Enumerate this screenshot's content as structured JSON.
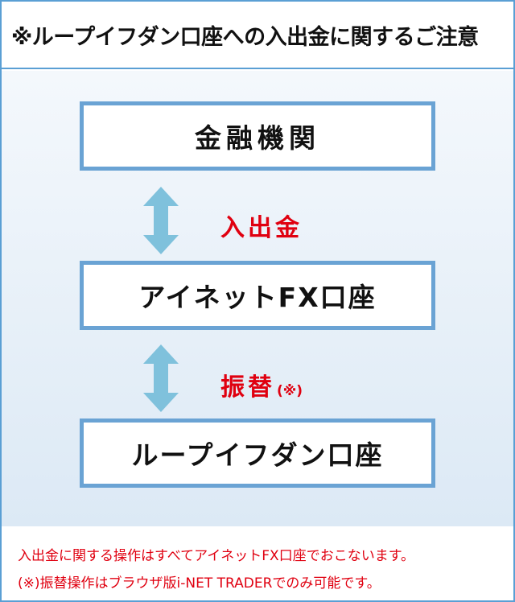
{
  "header": {
    "title": "※ループイフダン口座への入出金に関するご注意"
  },
  "diagram": {
    "nodes": [
      {
        "label": "金融機関"
      },
      {
        "label": "アイネットFX口座"
      },
      {
        "label": "ループイフダン口座"
      }
    ],
    "edges": [
      {
        "label": "入出金",
        "note": ""
      },
      {
        "label": "振替",
        "note": "(※)"
      }
    ],
    "colors": {
      "border": "#6aa3d4",
      "arrow": "#7fc1dc",
      "label": "#e00010"
    }
  },
  "footer": {
    "line1": "入出金に関する操作はすべてアイネットFX口座でおこないます。",
    "line2": "(※)振替操作はブラウザ版i-NET TRADERでのみ可能です。"
  }
}
